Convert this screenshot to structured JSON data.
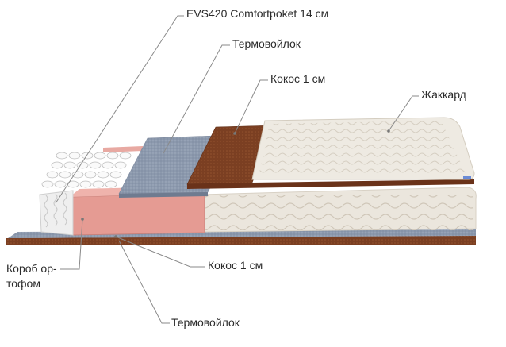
{
  "labels": {
    "springs": "EVS420 Comfortpoket 14 см",
    "felt_top": "Термовойлок",
    "coir_top": "Кокос 1 см",
    "jacquard": "Жаккард",
    "frame_line1": "Короб ор-",
    "frame_line2": "тофом",
    "coir_bottom": "Кокос 1 см",
    "felt_bottom": "Термовойлок"
  },
  "colors": {
    "jacquard": "#ece8e0",
    "coir": "#7a3e22",
    "felt": "#8e9bb0",
    "frame": "#e79a93",
    "springs": "#f4f4f4",
    "cover": "#e8e3da",
    "leader_line": "#888888"
  }
}
